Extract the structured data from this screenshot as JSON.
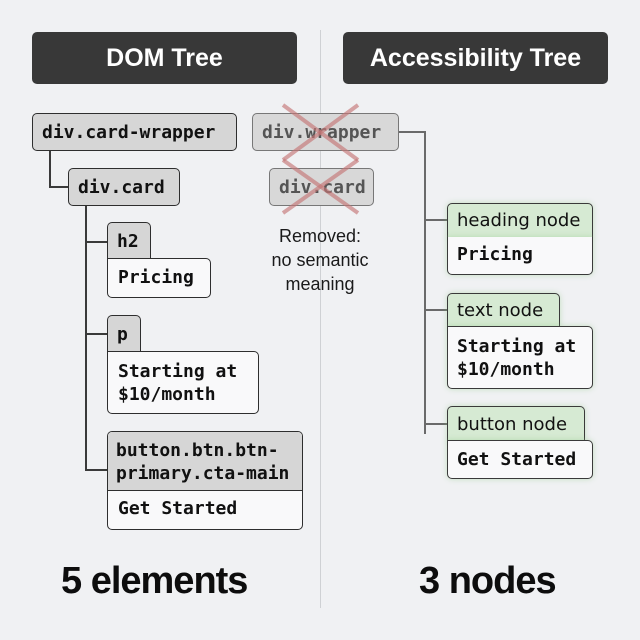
{
  "headers": {
    "left": "DOM Tree",
    "right": "Accessibility Tree"
  },
  "dom_tree": {
    "wrapper": "div.card-wrapper",
    "card": "div.card",
    "h2": {
      "tag": "h2",
      "content": "Pricing"
    },
    "p": {
      "tag": "p",
      "content_line1": "Starting at",
      "content_line2": "$10/month"
    },
    "button": {
      "tag_line1": "button.btn.btn-",
      "tag_line2": "primary.cta-main",
      "content": "Get Started"
    }
  },
  "removed": {
    "wrapper": "div.wrapper",
    "card": "div.card",
    "note_line1": "Removed:",
    "note_line2": "no semantic",
    "note_line3": "meaning",
    "cross_color": "#c87a7a"
  },
  "a11y_tree": {
    "heading": {
      "role": "heading node",
      "content": "Pricing"
    },
    "text": {
      "role": "text node",
      "content_line1": "Starting at",
      "content_line2": "$10/month"
    },
    "button": {
      "role": "button node",
      "content": "Get Started"
    },
    "node_color": "#d6ead3"
  },
  "summary": {
    "left": "5 elements",
    "right": "3 nodes"
  }
}
